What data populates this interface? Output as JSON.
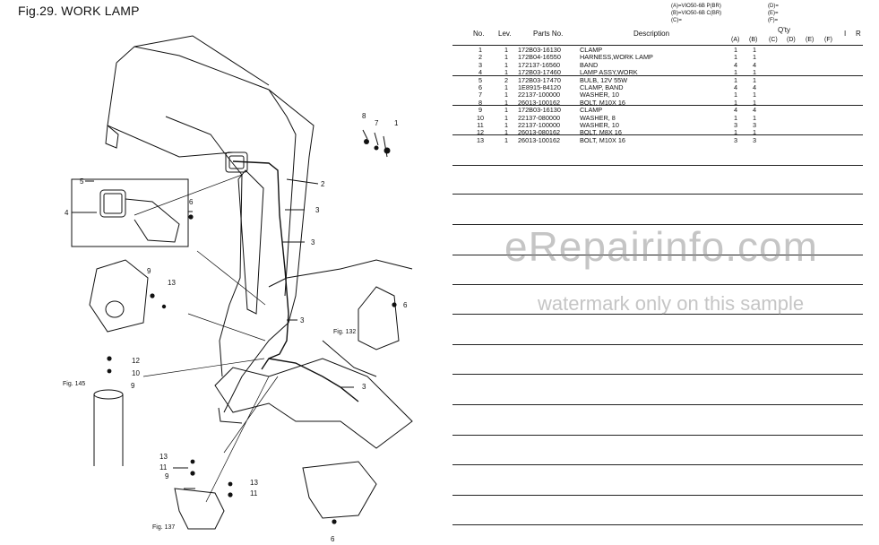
{
  "figure": {
    "title": "Fig.29.  WORK LAMP"
  },
  "legend": {
    "left": [
      "(A)=VIO50-6B P(BR)",
      "(B)=VIO50-6B C(BR)",
      "(C)="
    ],
    "right": [
      "(D)=",
      "(E)=",
      "(F)="
    ]
  },
  "table": {
    "headers": {
      "no": "No.",
      "lev": "Lev.",
      "part": "Parts No.",
      "desc": "Description",
      "qty": "Q'ty",
      "i": "I",
      "r": "R",
      "cols": [
        "(A)",
        "(B)",
        "(C)",
        "(D)",
        "(E)",
        "(F)"
      ]
    },
    "rows": [
      {
        "no": "1",
        "lev": "1",
        "part": "172B03-16130",
        "desc": "CLAMP",
        "qa": "1",
        "qb": "1"
      },
      {
        "no": "2",
        "lev": "1",
        "part": "172B04-16550",
        "desc": "HARNESS,WORK LAMP",
        "qa": "1",
        "qb": "1"
      },
      {
        "no": "3",
        "lev": "1",
        "part": "172137-16560",
        "desc": "BAND",
        "qa": "4",
        "qb": "4"
      },
      {
        "no": "4",
        "lev": "1",
        "part": "172B03-17460",
        "desc": "LAMP ASSY,WORK",
        "qa": "1",
        "qb": "1"
      },
      {
        "no": "5",
        "lev": "2",
        "part": "172B03-17470",
        "desc": "BULB, 12V 55W",
        "qa": "1",
        "qb": "1"
      },
      {
        "no": "6",
        "lev": "1",
        "part": "1E8915-84120",
        "desc": "CLAMP, BAND",
        "qa": "4",
        "qb": "4"
      },
      {
        "no": "7",
        "lev": "1",
        "part": "22137-100000",
        "desc": "WASHER, 10",
        "qa": "1",
        "qb": "1"
      },
      {
        "no": "8",
        "lev": "1",
        "part": "26013-100162",
        "desc": "BOLT, M10X 16",
        "qa": "1",
        "qb": "1"
      },
      {
        "no": "9",
        "lev": "1",
        "part": "172B03-16130",
        "desc": "CLAMP",
        "qa": "4",
        "qb": "4"
      },
      {
        "no": "10",
        "lev": "1",
        "part": "22137-080000",
        "desc": "WASHER, 8",
        "qa": "1",
        "qb": "1"
      },
      {
        "no": "11",
        "lev": "1",
        "part": "22137-100000",
        "desc": "WASHER, 10",
        "qa": "3",
        "qb": "3"
      },
      {
        "no": "12",
        "lev": "1",
        "part": "26013-080162",
        "desc": "BOLT, M8X 16",
        "qa": "1",
        "qb": "1"
      },
      {
        "no": "13",
        "lev": "1",
        "part": "26013-100162",
        "desc": "BOLT, M10X 16",
        "qa": "3",
        "qb": "3"
      }
    ]
  },
  "callouts": {
    "c1": "1",
    "c2": "2",
    "c3a": "3",
    "c3b": "3",
    "c3c": "3",
    "c3d": "3",
    "c4": "4",
    "c5": "5",
    "c6a": "6",
    "c6b": "6",
    "c6c": "6",
    "c7": "7",
    "c8": "8",
    "c9a": "9",
    "c9b": "9",
    "c9c": "9",
    "c10": "10",
    "c11a": "11",
    "c11b": "11",
    "c12": "12",
    "c13a": "13",
    "c13b": "13",
    "c13c": "13"
  },
  "figrefs": {
    "f132": "Fig. 132",
    "f145": "Fig. 145",
    "f137": "Fig. 137"
  },
  "watermark": {
    "main": "eRepairinfo.com",
    "sub": "watermark only on this sample"
  }
}
